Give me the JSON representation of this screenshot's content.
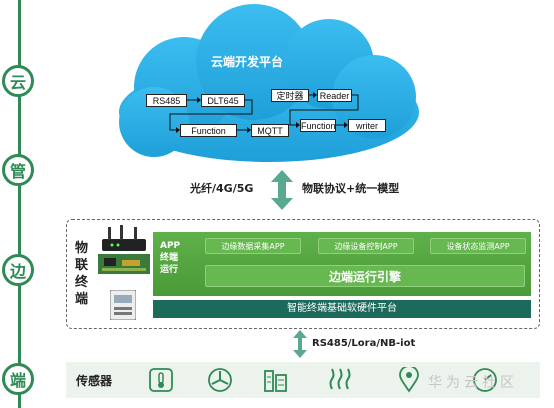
{
  "layers": [
    "云",
    "管",
    "边",
    "端"
  ],
  "cloud": {
    "title": "云端开发平台",
    "nodes": {
      "rs485": "RS485",
      "dlt645": "DLT645",
      "function_left": "Function",
      "mqtt": "MQTT",
      "timer": "定时器",
      "reader": "Reader",
      "function_right": "Function",
      "writer": "writer"
    }
  },
  "pipe": {
    "left_label": "光纤/4G/5G",
    "right_label": "物联协议+统一模型"
  },
  "edge": {
    "terminal_label": "物联终端",
    "app_label": "APP 终端 运行",
    "apps": [
      "边缘数据采集APP",
      "边缘设备控制APP",
      "设备状态监测APP"
    ],
    "engine": "边端运行引擎",
    "hardware": "智能终端基础软硬件平台"
  },
  "end": {
    "bus_label": "RS485/Lora/NB-iot",
    "sensor_label": "传感器",
    "sensor_icons": [
      "thermometer-icon",
      "fan-icon",
      "building-icon",
      "heat-wave-icon",
      "location-pin-icon",
      "gauge-icon"
    ]
  },
  "watermark": "华为云社区",
  "colors": {
    "green": "#2f8a55",
    "cloud_blue": "#2aaee8",
    "panel_green": "#5fb14a",
    "hw_teal": "#1b6a5a"
  }
}
